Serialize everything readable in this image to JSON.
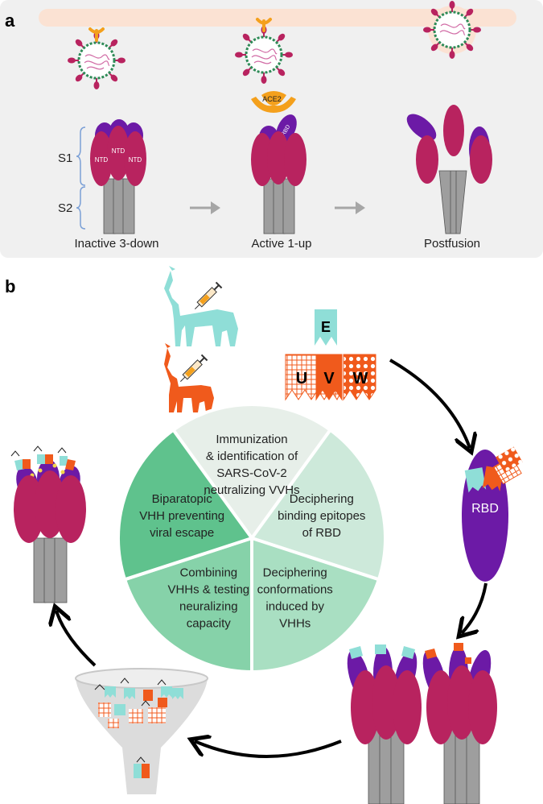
{
  "panel_a": {
    "label": "a",
    "s1_label": "S1",
    "s2_label": "S2",
    "ntd_label": "NTD",
    "ace2_label": "ACE2",
    "rbd_label": "RBD",
    "states": [
      "Inactive 3-down",
      "Active 1-up",
      "Postfusion"
    ]
  },
  "panel_b": {
    "label": "b",
    "nanobody_e": "E",
    "nanobodies_uvw": [
      "U",
      "V",
      "W"
    ],
    "rbd_label": "RBD",
    "wheel": [
      {
        "lines": [
          "Immunization",
          "& identification of",
          "SARS-CoV-2",
          "neutralizing VVHs"
        ]
      },
      {
        "lines": [
          "Deciphering",
          "binding epitopes",
          "of RBD"
        ]
      },
      {
        "lines": [
          "Deciphering",
          "conformations",
          "induced by",
          "VHHs"
        ]
      },
      {
        "lines": [
          "Combining",
          "VHHs & testing",
          "neuralizing",
          "capacity"
        ]
      },
      {
        "lines": [
          "Biparatopic",
          "VHH preventing",
          "viral escape"
        ]
      }
    ]
  },
  "colors": {
    "panel_bg": "#f0f0f0",
    "membrane": "#fbe2d3",
    "spike_magenta": "#b8235f",
    "spike_purple": "#6c1aa6",
    "stalk_gray": "#9e9e9e",
    "ace2_orange": "#f4a01c",
    "nb_teal": "#8fded7",
    "nb_orange": "#f05a1c",
    "arrow_gray": "#a6a6a6",
    "wheel": [
      "#e7efe9",
      "#cde9da",
      "#a9dfc2",
      "#86d2a9",
      "#5fc28d"
    ]
  }
}
